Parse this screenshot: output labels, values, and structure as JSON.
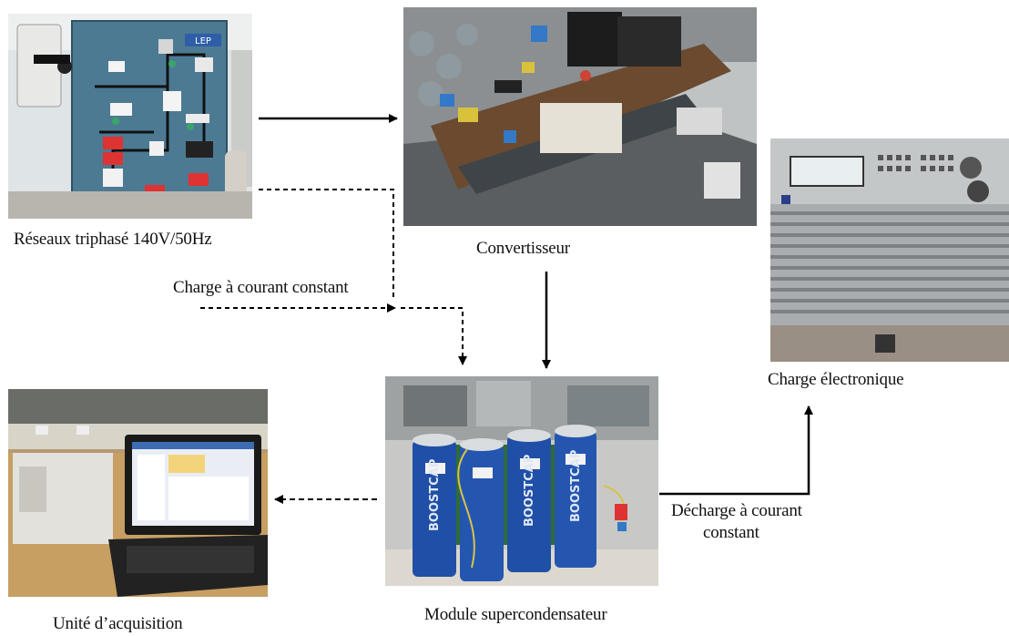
{
  "nodes": {
    "grid": {
      "label": "Réseaux triphasé 140V/50Hz",
      "icon": "electrical-panel-photo"
    },
    "converter": {
      "label": "Convertisseur",
      "icon": "power-converter-board-photo"
    },
    "electronic_load": {
      "label": "Charge électronique",
      "icon": "electronic-load-photo"
    },
    "supercap_module": {
      "label": "Module supercondensateur",
      "icon": "supercapacitor-module-photo",
      "cell_text": "BOOSTCAP"
    },
    "acquisition_unit": {
      "label": "Unité d’acquisition",
      "icon": "laptop-acquisition-photo"
    }
  },
  "edge_labels": {
    "constant_current_charge": "Charge à courant constant",
    "constant_current_discharge_line1": "Décharge à courant",
    "constant_current_discharge_line2": "constant"
  },
  "panel_badge": "LEP",
  "colors": {
    "arrow": "#000000",
    "capacitor_blue": "#1f4fa6",
    "panel_blue": "#3f6d8c"
  }
}
